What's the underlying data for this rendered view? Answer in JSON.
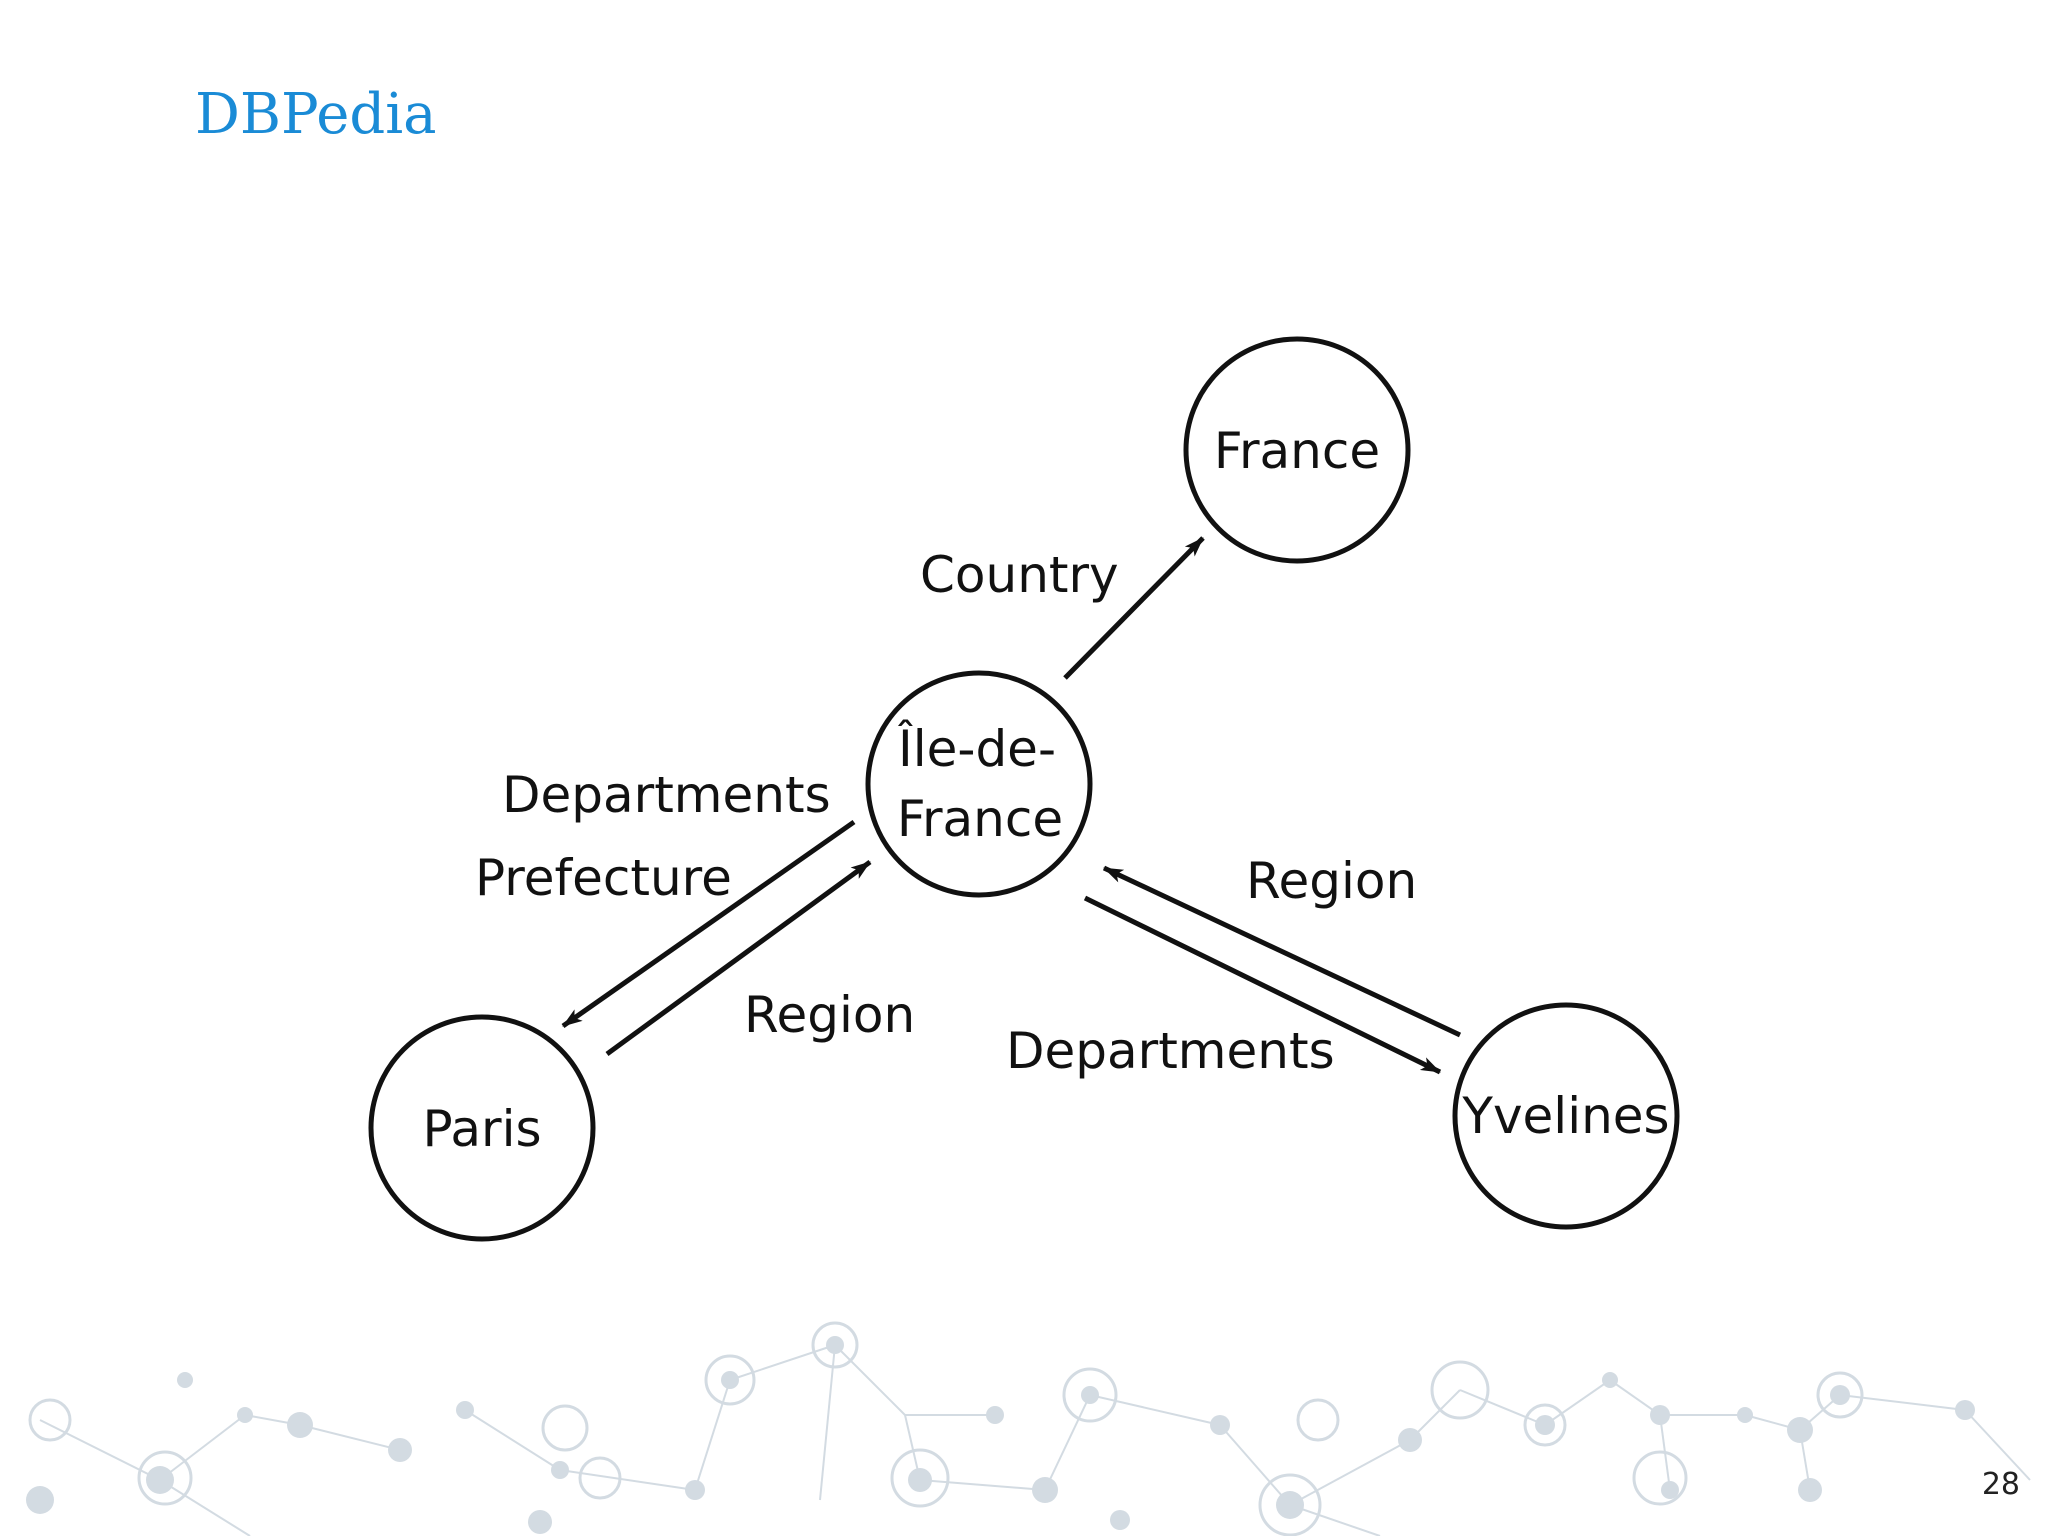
{
  "slide": {
    "title": "DBPedia",
    "page_number": "28"
  },
  "diagram": {
    "nodes": {
      "france": {
        "label_lines": [
          "France"
        ]
      },
      "ile_de_france": {
        "label_lines": [
          "Île-de-",
          "France"
        ]
      },
      "paris": {
        "label_lines": [
          "Paris"
        ]
      },
      "yvelines": {
        "label_lines": [
          "Yvelines"
        ]
      }
    },
    "edges": {
      "country": {
        "label": "Country",
        "from": "Île-de-France",
        "to": "France"
      },
      "departments_prefecture": {
        "label_lines": [
          "Departments",
          "Prefecture"
        ],
        "from": "Île-de-France",
        "to": "Paris"
      },
      "paris_region": {
        "label": "Region",
        "from": "Paris",
        "to": "Île-de-France"
      },
      "yvelines_region": {
        "label": "Region",
        "from": "Yvelines",
        "to": "Île-de-France"
      },
      "departments": {
        "label": "Departments",
        "from": "Île-de-France",
        "to": "Yvelines"
      }
    }
  },
  "colors": {
    "title": "#1a8bd6",
    "stroke": "#111111",
    "background_network": "#c9d3db"
  }
}
